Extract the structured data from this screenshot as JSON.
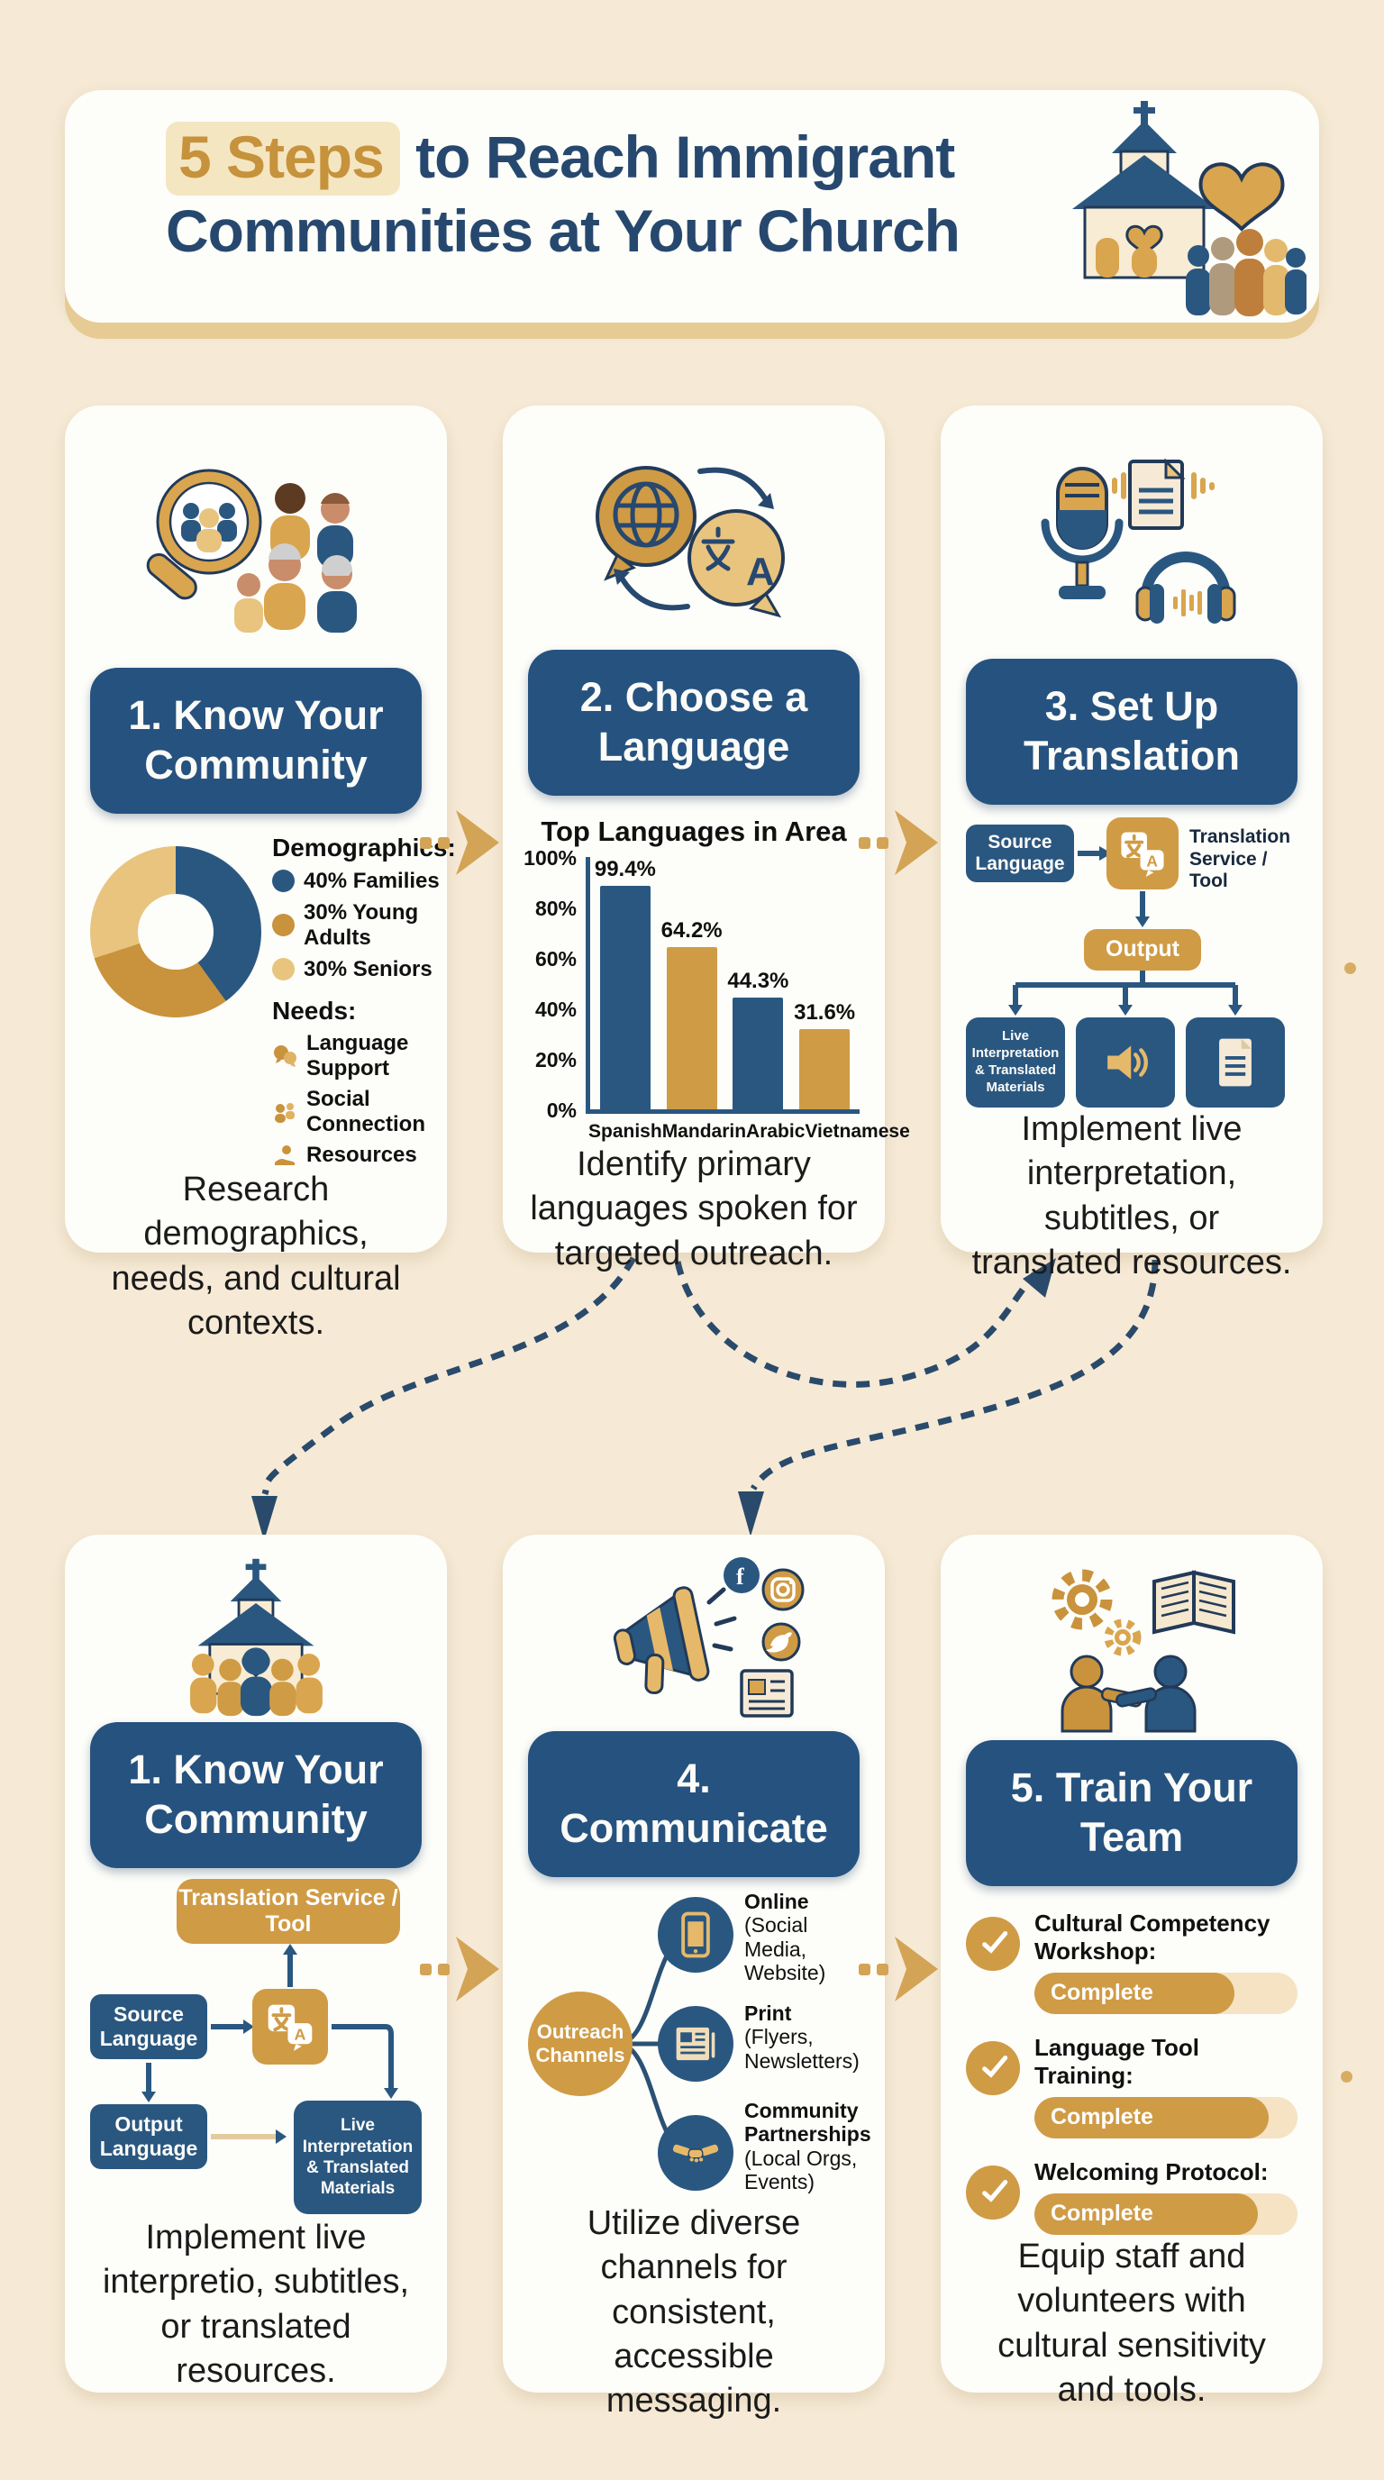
{
  "header": {
    "title_highlight": "5 Steps",
    "title_rest_line1": "to Reach Immigrant",
    "title_line2": "Communities at Your Church"
  },
  "chart_data": [
    {
      "type": "pie",
      "variant": "donut",
      "title": "Demographics:",
      "slices": [
        {
          "label": "Families",
          "value": 40,
          "legend": "40% Families",
          "color": "#2a5780"
        },
        {
          "label": "Young Adults",
          "value": 30,
          "legend": "30% Young Adults",
          "color": "#c9923c"
        },
        {
          "label": "Seniors",
          "value": 30,
          "legend": "30% Seniors",
          "color": "#e8c47e"
        }
      ],
      "legend_position": "right",
      "start_angle_deg": 0,
      "direction": "clockwise"
    },
    {
      "type": "bar",
      "title": "Top Languages in Area",
      "categories": [
        "Spanish",
        "Mandarin",
        "Arabic",
        "Vietnamese"
      ],
      "values": [
        99.4,
        64.2,
        44.3,
        31.6
      ],
      "value_labels": [
        "99.4%",
        "64.2%",
        "44.3%",
        "31.6%"
      ],
      "bar_colors": [
        "#2a5780",
        "#cf9b45",
        "#2a5780",
        "#cf9b45"
      ],
      "xlabel": "",
      "ylabel": "",
      "ylim": [
        0,
        100
      ],
      "yticks": [
        "100%",
        "80%",
        "60%",
        "40%",
        "20%",
        "0%"
      ],
      "grid": false,
      "legend_position": "none"
    }
  ],
  "cards": [
    {
      "title": "1. Know Your Community",
      "needs_title": "Needs:",
      "needs": [
        "Language Support",
        "Social Connection",
        "Resources"
      ],
      "caption": "Research demographics, needs, and cultural contexts."
    },
    {
      "title": "2. Choose a Language",
      "caption": "Identify primary languages spoken for targeted outreach."
    },
    {
      "title": "3. Set Up Translation",
      "flow": {
        "source": "Source Language",
        "service": "Translation Service / Tool",
        "output": "Output",
        "live": "Live Interpretation & Translated Materials"
      },
      "caption": "Implement live interpretation, subtitles, or translated resources."
    },
    {
      "title": "1. Know Your Community",
      "flow": {
        "service": "Translation Service / Tool",
        "source": "Source Language",
        "output": "Output Language",
        "live": "Live Interpretation & Translated Materials"
      },
      "caption": "Implement live interpretio, subtitles, or translated resources."
    },
    {
      "title": "4. Communicate",
      "hub": "Outreach Channels",
      "channels": [
        {
          "title": "Online",
          "detail": "(Social Media, Website)"
        },
        {
          "title": "Print",
          "detail": "(Flyers, Newsletters)"
        },
        {
          "title": "Community Partnerships",
          "detail": "(Local Orgs, Events)"
        }
      ],
      "caption": "Utilize diverse channels for consistent, accessible messaging."
    },
    {
      "title": "5. Train Your Team",
      "checklist": [
        {
          "label": "Cultural Competency Workshop:",
          "status": "Complete",
          "percent": 76
        },
        {
          "label": "Language Tool Training:",
          "status": "Complete",
          "percent": 89
        },
        {
          "label": "Welcoming Protocol:",
          "status": "Complete",
          "percent": 85
        }
      ],
      "caption": "Equip staff and volunteers with cultural sensitivity and tools."
    }
  ],
  "colors": {
    "background": "#f6ead6",
    "card": "#fdfdf9",
    "navy": "#2a5780",
    "gold": "#cf9b45",
    "light_gold": "#e8c47e",
    "title_navy": "#27486e",
    "highlight_gold": "#c6923c"
  }
}
